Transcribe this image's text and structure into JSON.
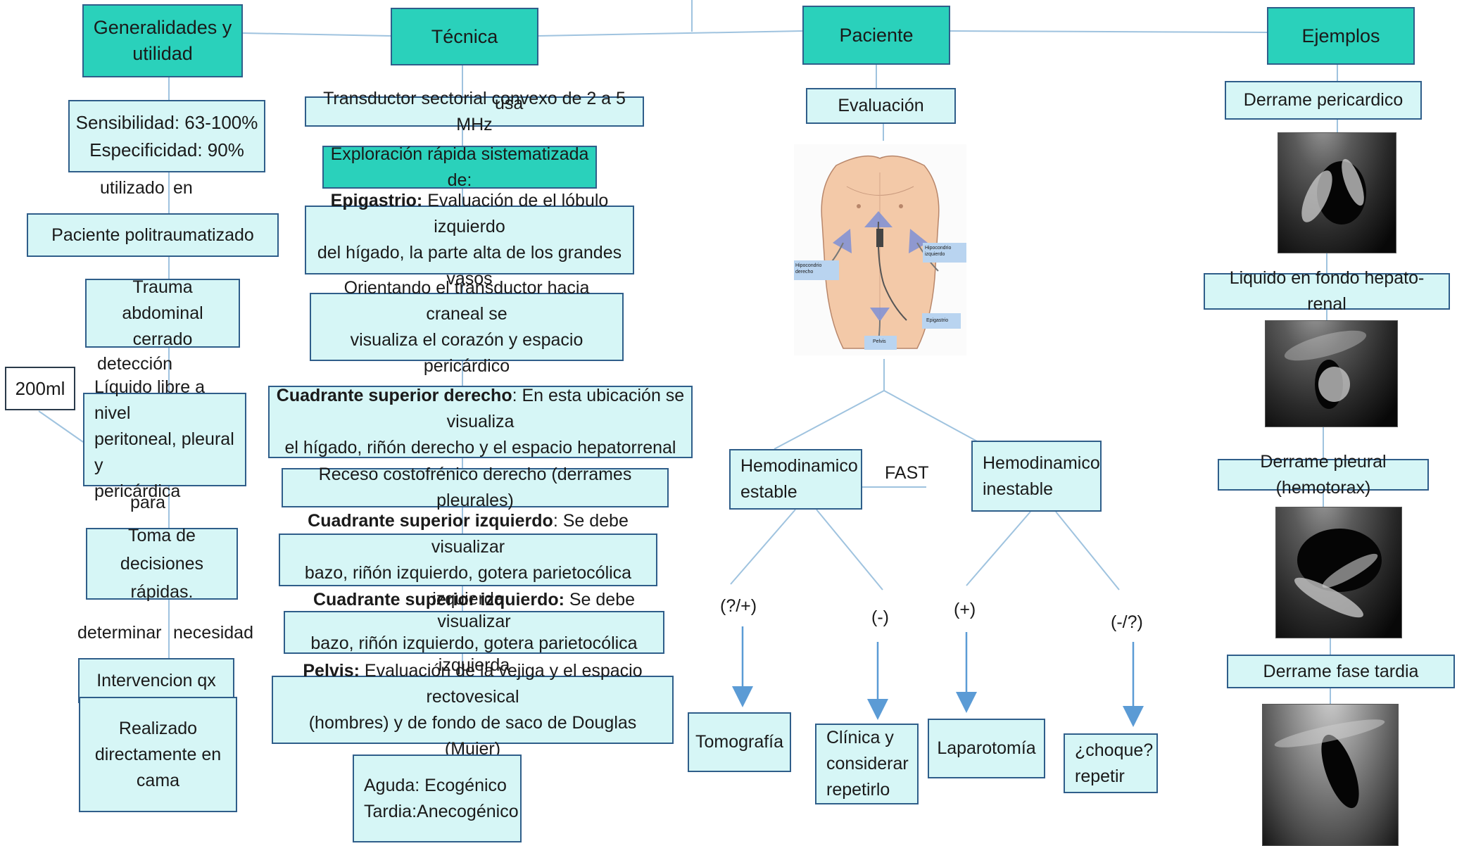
{
  "headers": {
    "generalidades": "Generalidades y\nutilidad",
    "tecnica": "Técnica",
    "paciente": "Paciente",
    "ejemplos": "Ejemplos"
  },
  "col1": {
    "sensibilidad": "Sensibilidad: 63-100%\nEspecificidad: 90%",
    "lbl_utilizado": "utilizado",
    "lbl_en": "en",
    "politrauma": "Paciente politraumatizado",
    "trauma": "Trauma abdominal\ncerrado",
    "lbl_deteccion": "detección",
    "ml200": "200ml",
    "liquido": "Líquido libre a nivel\nperitoneal, pleural y\npericárdica",
    "lbl_para": "para",
    "toma": "Toma de\ndecisiones rápidas.",
    "lbl_determinar": "determinar",
    "lbl_necesidad": "necesidad",
    "intervencion": "Intervencion qx",
    "realizado": "Realizado\ndirectamente en\ncama"
  },
  "col2": {
    "lbl_usa": "usa",
    "transductor": "Transductor sectorial convexo de 2 a 5 MHz",
    "exploracion": "Exploración rápida sistematizada de:",
    "epigastrio_bold": "Epigastrio:",
    "epigastrio_rest": " Evaluación de el lóbulo izquierdo",
    "epigastrio_line2": "del hígado, la parte alta de los grandes vasos",
    "orientando": "Orientando el transductor hacia craneal se\nvisualiza el corazón y espacio pericárdico",
    "csd_bold": "Cuadrante superior derecho",
    "csd_rest": ": En esta ubicación se visualiza",
    "csd_line2": "el hígado, riñón derecho y el espacio hepatorrenal",
    "receso": "Receso costofrénico derecho (derrames pleurales)",
    "csi1_bold": "Cuadrante superior izquierdo",
    "csi1_rest": ": Se debe visualizar",
    "csi1_line2": "bazo, riñón izquierdo, gotera parietocólica izquierda",
    "csi2_bold": "Cuadrante superior izquierdo:",
    "csi2_rest": " Se debe visualizar",
    "csi2_line2": "bazo, riñón izquierdo, gotera parietocólica izquierda",
    "pelvis_bold": "Pelvis:",
    "pelvis_rest": " Evaluación de la vejiga y el espacio rectovesical",
    "pelvis_line2": "(hombres) y de fondo de saco de Douglas (Mujer)",
    "aguda": "Aguda: Ecogénico\nTardia:Anecogénico"
  },
  "col3": {
    "evaluacion": "Evaluación",
    "figure_labels": {
      "hipocondrio_der": "Hipocondrio\nderecho",
      "hipocondrio_izq": "Hipocondrio\nizquierdo",
      "epigastrio": "Epigastrio",
      "pelvis": "Pelvis"
    },
    "estable": "Hemodinamico\nestable",
    "lbl_fast": "FAST",
    "inestable": "Hemodinamico\ninestable",
    "lbl_q_plus": "(?/+)",
    "lbl_minus": "(-)",
    "lbl_plus": "(+)",
    "lbl_minus_q": "(-/?)",
    "tomografia": "Tomografía",
    "clinica": "Clínica y\nconsiderar\nrepetirlo",
    "laparotomia": "Laparotomía",
    "choque": "¿choque?\nrepetir"
  },
  "col4": {
    "pericardico": "Derrame pericardico",
    "hepatorenal": "Liquido en fondo hepato-renal",
    "pleural": "Derrame pleural (hemotorax)",
    "tardia": "Derrame fase tardia"
  },
  "colors": {
    "header_fill": "#2ad1bb",
    "box_fill": "#d6f6f6",
    "box_border": "#2f5e8a",
    "connector": "#9fc3df",
    "arrow": "#5b9bd5"
  }
}
